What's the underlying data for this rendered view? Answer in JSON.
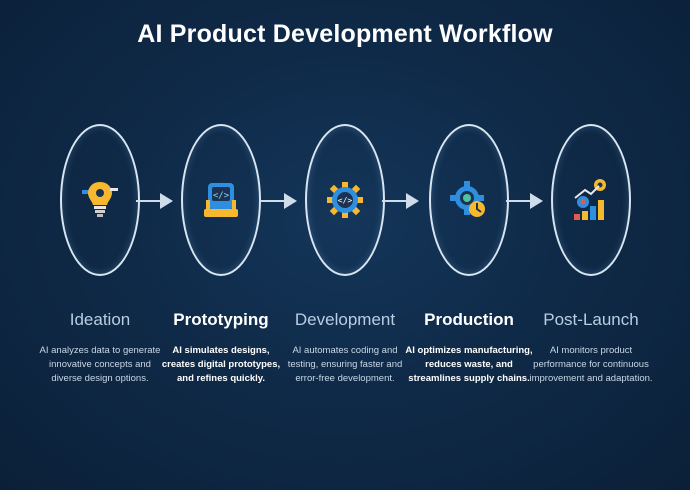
{
  "title": "AI Product Development Workflow",
  "colors": {
    "background": "#0f2a48",
    "circle_border": "#d9e6f2",
    "accent_blue": "#2e8fe0",
    "accent_yellow": "#f5b82e"
  },
  "steps": [
    {
      "title": "Ideation",
      "icon": "lightbulb-icon",
      "description": "AI analyzes data to generate innovative concepts and diverse design options."
    },
    {
      "title": "Prototyping",
      "icon": "prototype-screen-icon",
      "description": "AI simulates designs, creates digital prototypes, and refines quickly."
    },
    {
      "title": "Development",
      "icon": "code-gear-icon",
      "description": "AI automates coding and testing, ensuring faster and error-free development."
    },
    {
      "title": "Production",
      "icon": "factory-gear-icon",
      "description": "AI optimizes manufacturing, reduces waste, and streamlines supply chains."
    },
    {
      "title": "Post-Launch",
      "icon": "growth-chart-icon",
      "description": "AI monitors product performance for continuous improvement and adaptation."
    }
  ]
}
